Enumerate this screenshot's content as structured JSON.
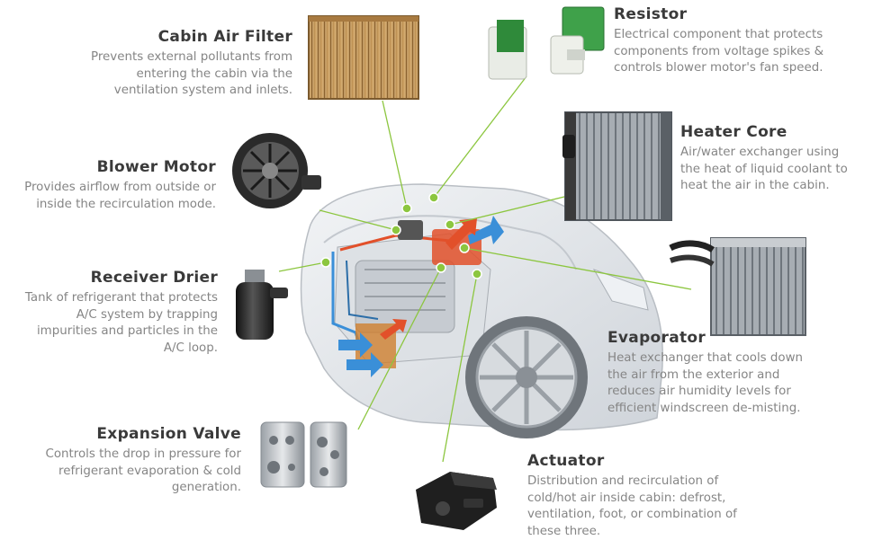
{
  "components": {
    "cabin_air_filter": {
      "title": "Cabin Air Filter",
      "desc": "Prevents external pollutants from entering the cabin via the ventilation system and inlets."
    },
    "resistor": {
      "title": "Resistor",
      "desc": "Electrical component that protects components from voltage spikes & controls blower motor's fan speed."
    },
    "heater_core": {
      "title": "Heater Core",
      "desc": "Air/water exchanger using the heat of liquid coolant to heat the air in the cabin."
    },
    "blower_motor": {
      "title": "Blower Motor",
      "desc": "Provides airflow from outside or inside the recirculation mode."
    },
    "receiver_drier": {
      "title": "Receiver Drier",
      "desc": "Tank of refrigerant that protects A/C system by trapping impurities and particles in the A/C loop."
    },
    "evaporator": {
      "title": "Evaporator",
      "desc": "Heat exchanger that cools down the air from the exterior and reduces air humidity levels for efficient windscreen de-misting."
    },
    "expansion_valve": {
      "title": "Expansion Valve",
      "desc": "Controls the drop in pressure for refrigerant evaporation & cold generation."
    },
    "actuator": {
      "title": "Actuator",
      "desc": "Distribution and recirculation of cold/hot air inside cabin: defrost, ventilation, foot, or combination of these three."
    }
  },
  "colors": {
    "connector_line": "#8cc63f",
    "dot": "#8cc63f",
    "title": "#3a3a3a",
    "description": "#858585",
    "cold_air": "#3a8fd8",
    "hot_air": "#e2502a"
  }
}
